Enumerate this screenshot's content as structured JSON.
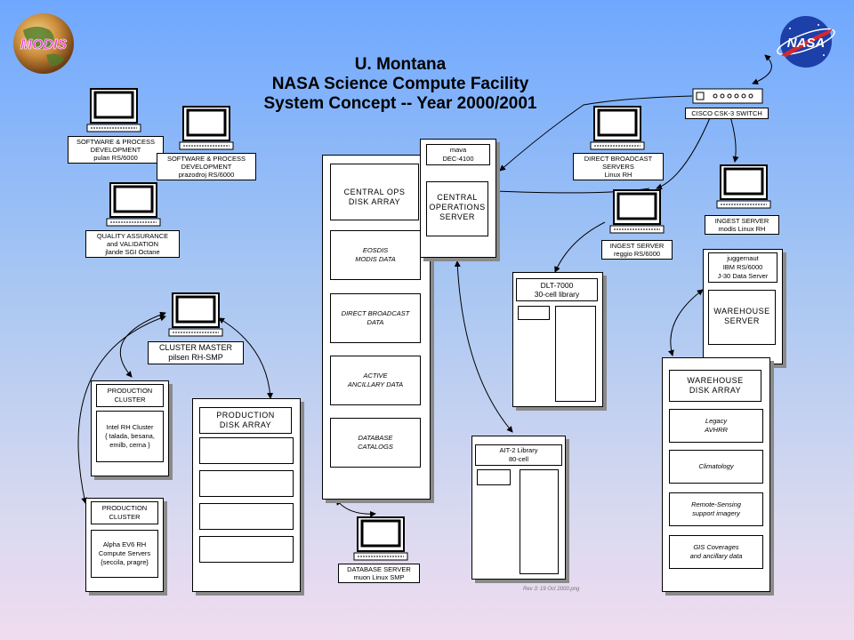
{
  "title": {
    "line1": "U. Montana",
    "line2": "NASA Science Compute Facility",
    "line3": "System Concept -- Year 2000/2001"
  },
  "logos": {
    "modis": "MODIS",
    "nasa": "NASA"
  },
  "nodes": {
    "sw_dev1": {
      "l1": "SOFTWARE & PROCESS",
      "l2": "DEVELOPMENT",
      "l3": "pulan RS/6000"
    },
    "sw_dev2": {
      "l1": "SOFTWARE & PROCESS",
      "l2": "DEVELOPMENT",
      "l3": "prazodroj RS/6000"
    },
    "qa": {
      "l1": "QUALITY ASSURANCE",
      "l2": "and VALIDATION",
      "l3": "jlande SGI Octane"
    },
    "cluster_master": {
      "l1": "CLUSTER MASTER",
      "l2": "pilsen RH-SMP"
    },
    "direct_broadcast": {
      "l1": "DIRECT BROADCAST",
      "l2": "SERVERS",
      "l3": "Linux RH"
    },
    "cisco": {
      "l1": "CISCO CSK-3 SWITCH"
    },
    "ingest1": {
      "l1": "INGEST SERVER",
      "l2": "reggio RS/6000"
    },
    "ingest2": {
      "l1": "INGEST SERVER",
      "l2": "modis Linux RH"
    },
    "database_server": {
      "l1": "DATABASE SERVER",
      "l2": "muon Linux SMP"
    }
  },
  "central_ops": {
    "array_title_1": "CENTRAL OPS",
    "array_title_2": "DISK ARRAY",
    "sections": [
      {
        "l1": "EOSDIS",
        "l2": "MODIS DATA"
      },
      {
        "l1": "DIRECT BROADCAST",
        "l2": "DATA"
      },
      {
        "l1": "ACTIVE",
        "l2": "ANCILLARY DATA"
      },
      {
        "l1": "DATABASE",
        "l2": "CATALOGS"
      }
    ],
    "mava_1": "mava",
    "mava_2": "DEC-4100",
    "server_1": "CENTRAL",
    "server_2": "OPERATIONS",
    "server_3": "SERVER"
  },
  "dlt": {
    "l1": "DLT-7000",
    "l2": "30-cell library"
  },
  "ait": {
    "l1": "AIT-2 Library",
    "l2": "80-cell"
  },
  "production_cluster_1": {
    "h1": "PRODUCTION",
    "h2": "CLUSTER",
    "b1": "Intel RH Cluster",
    "b2": "{ talada, besana,",
    "b3": "emilb, cerna }"
  },
  "production_cluster_2": {
    "h1": "PRODUCTION",
    "h2": "CLUSTER",
    "b1": "Alpha EV6 RH",
    "b2": "Compute Servers",
    "b3": "{seccila, pragre}"
  },
  "production_disk": {
    "h1": "PRODUCTION",
    "h2": "DISK ARRAY"
  },
  "juggernaut": {
    "l1": "juggernaut",
    "l2": "IBM RS/6000",
    "l3": "J-30 Data Server",
    "s1": "WAREHOUSE",
    "s2": "SERVER"
  },
  "warehouse": {
    "h1": "WAREHOUSE",
    "h2": "DISK ARRAY",
    "sections": [
      {
        "l1": "Legacy",
        "l2": "AVHRR"
      },
      {
        "l1": "Climatology",
        "l2": ""
      },
      {
        "l1": "Remote-Sensing",
        "l2": "support imagery"
      },
      {
        "l1": "GIS Coverages",
        "l2": "and ancillary data"
      }
    ]
  },
  "revision": "Rev 3: 19 Oct 2000.png"
}
